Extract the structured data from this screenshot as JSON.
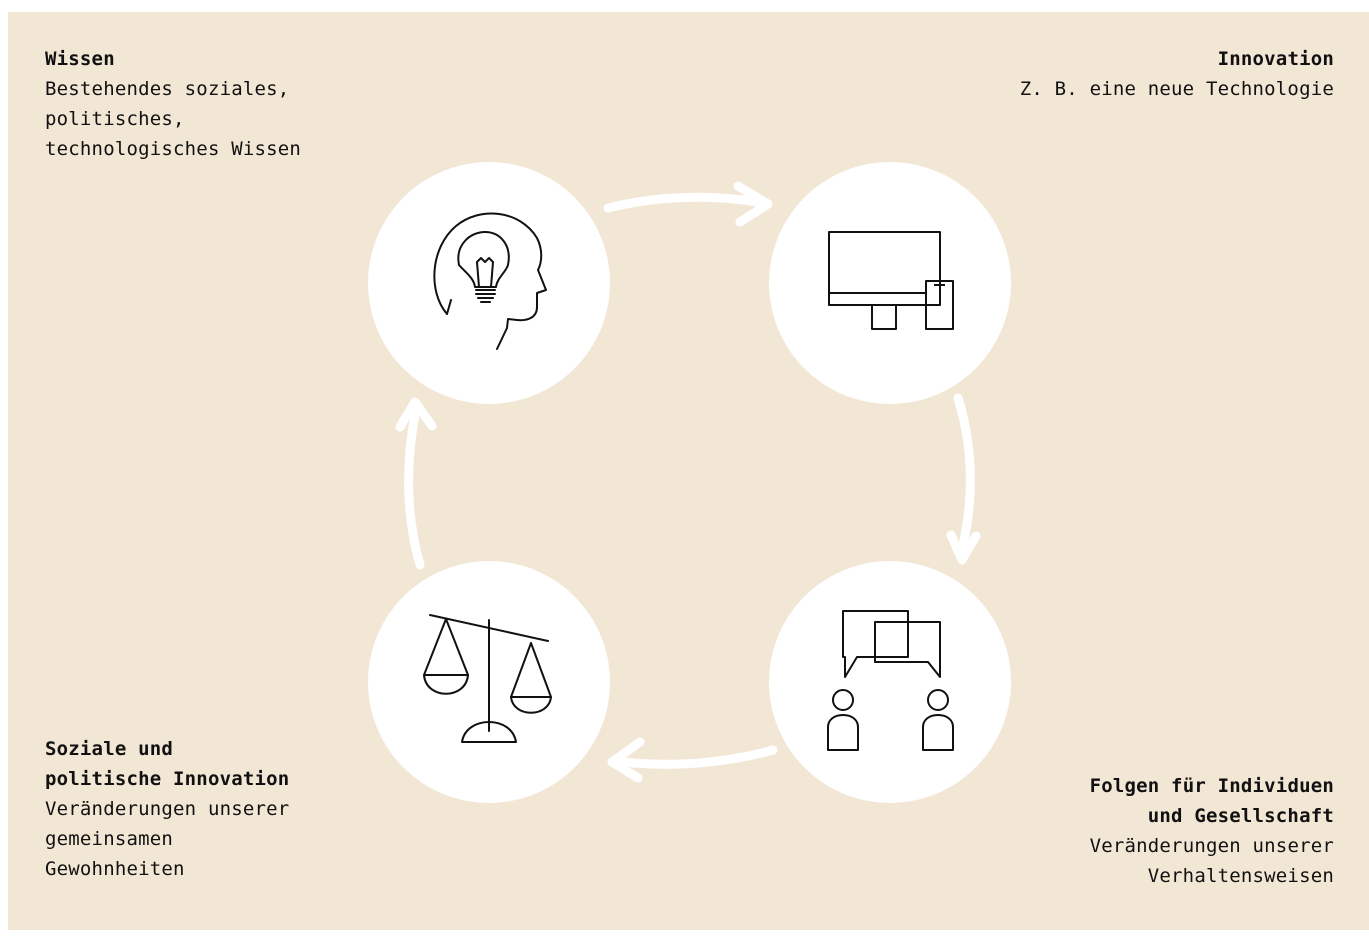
{
  "colors": {
    "background": "#f2e6d5",
    "circle": "#ffffff",
    "arrow": "#ffffff",
    "icon_stroke": "#111111"
  },
  "nodes": {
    "wissen": {
      "title": "Wissen",
      "text": "Bestehendes soziales,\npolitisches,\ntechnologisches Wissen",
      "icon": "head-lightbulb-icon"
    },
    "innovation": {
      "title": "Innovation",
      "text": "Z. B. eine neue Technologie",
      "icon": "computer-phone-icon"
    },
    "folgen": {
      "title": "Folgen für Individuen\nund Gesellschaft",
      "text": "Veränderungen unserer\nVerhaltensweisen",
      "icon": "people-conversation-icon"
    },
    "soziale": {
      "title": "Soziale und\npolitische Innovation",
      "text": "Veränderungen unserer\ngemeinsamen\nGewohnheiten",
      "icon": "scales-icon"
    }
  }
}
